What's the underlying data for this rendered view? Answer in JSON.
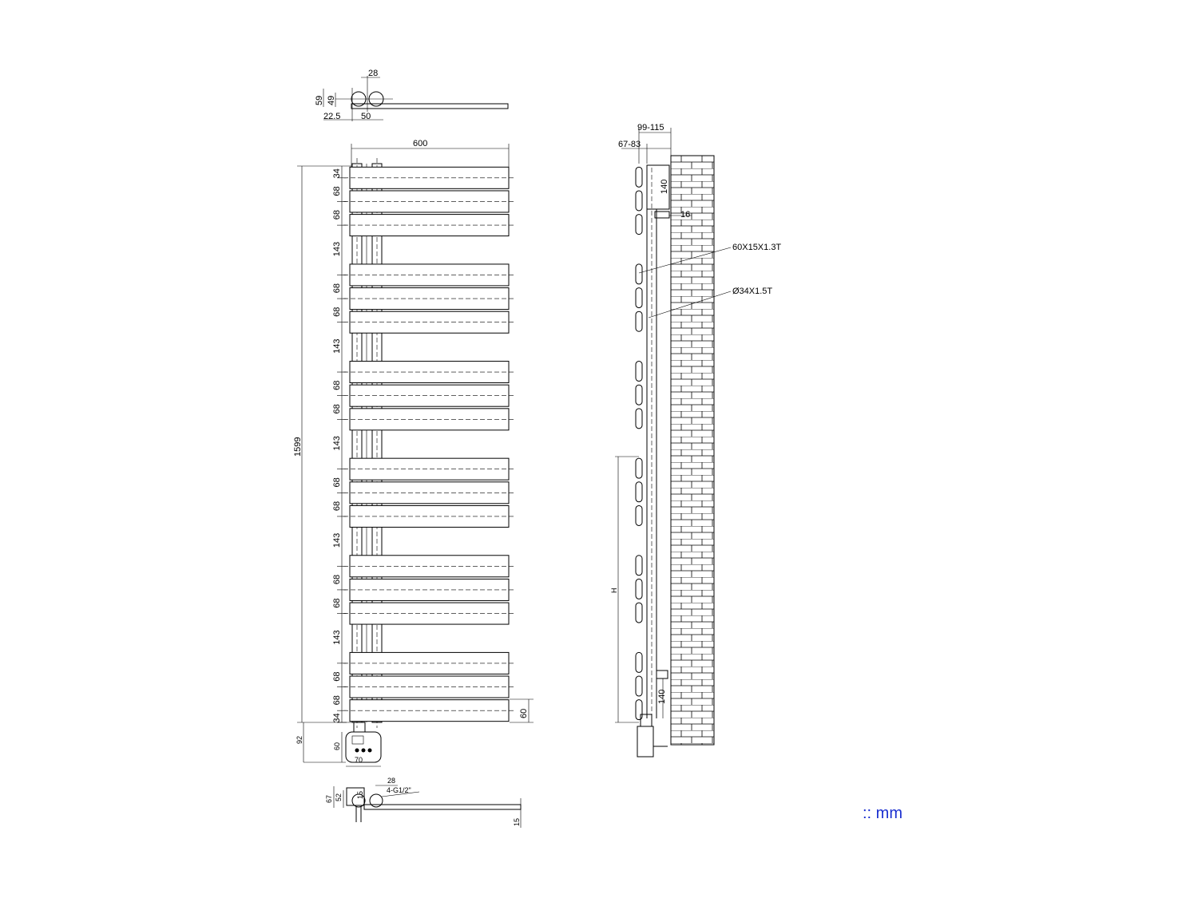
{
  "top_view": {
    "dims": [
      "28",
      "59",
      "49",
      "22.5",
      "50"
    ]
  },
  "front_view": {
    "width_label": "600",
    "total_height_label": "1599",
    "spacing_labels": [
      "34",
      "68",
      "68",
      "143",
      "68",
      "68",
      "143",
      "68",
      "68",
      "143",
      "68",
      "68",
      "143",
      "68",
      "68",
      "143",
      "68",
      "68",
      "34"
    ],
    "bottom_bar_label": "60",
    "heater_labels": {
      "offset": "92",
      "height": "60",
      "width": "70"
    }
  },
  "bottom_view": {
    "dims": [
      "28",
      "67",
      "52",
      "15",
      "15"
    ],
    "connection": "4-G1/2\""
  },
  "side_view": {
    "depth_label": "99-115",
    "offset_label": "67-83",
    "top_gap_label": "140",
    "bracket_label": "16",
    "profile_label": "60X15X1.3T",
    "tube_label": "Ø34X1.5T",
    "heater_zone_label": "H",
    "bottom_gap_label": "140"
  },
  "unit": ":: mm"
}
